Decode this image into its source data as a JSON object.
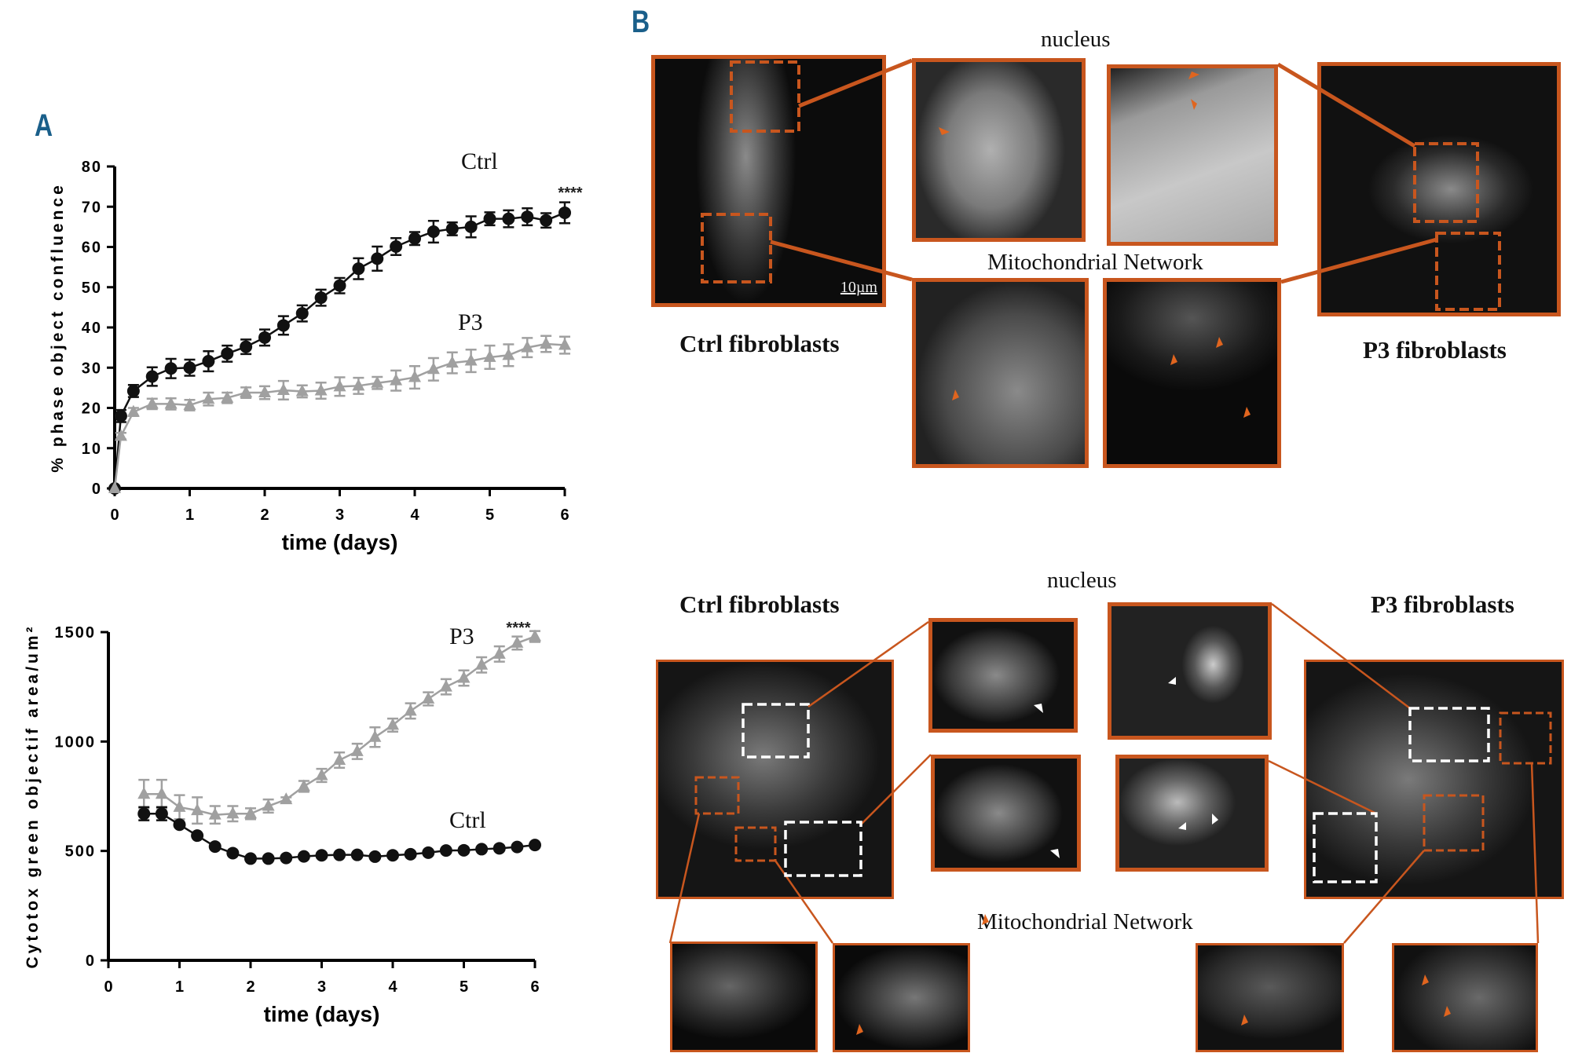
{
  "panel_labels": {
    "a": "A",
    "b": "B"
  },
  "chart_data": [
    {
      "type": "line",
      "title": "",
      "xlabel": "time (days)",
      "ylabel": "% phase object confluence",
      "xlim": [
        0,
        6
      ],
      "ylim": [
        0,
        80
      ],
      "xticks": [
        0,
        1,
        2,
        3,
        4,
        5,
        6
      ],
      "yticks": [
        0,
        10,
        20,
        30,
        40,
        50,
        60,
        70,
        80
      ],
      "grid": false,
      "annotation": "****",
      "x": [
        0,
        0.083,
        0.25,
        0.5,
        0.75,
        1,
        1.25,
        1.5,
        1.75,
        2,
        2.25,
        2.5,
        2.75,
        3,
        3.25,
        3.5,
        3.75,
        4,
        4.25,
        4.5,
        4.75,
        5,
        5.25,
        5.5,
        5.75,
        6
      ],
      "series": [
        {
          "name": "Ctrl",
          "color": "#111111",
          "marker": "circle",
          "values": [
            0,
            18,
            24.2,
            27.8,
            29.8,
            30,
            31.6,
            33.5,
            35.2,
            37.5,
            40.5,
            43.5,
            47.4,
            50.4,
            54.6,
            57.1,
            60.1,
            62.1,
            63.8,
            64.5,
            65,
            67,
            67,
            67.5,
            66.6,
            68.5
          ],
          "error": [
            0,
            1.5,
            1.5,
            2.3,
            2.4,
            2,
            2.5,
            2,
            1.8,
            2,
            2.3,
            2,
            2,
            1.9,
            2.6,
            3,
            2.1,
            1.6,
            2.7,
            1.6,
            2.6,
            1.6,
            2.1,
            2.1,
            1.8,
            2.6
          ]
        },
        {
          "name": "P3",
          "color": "#a0a0a0",
          "marker": "triangle",
          "values": [
            0,
            13,
            19,
            21,
            21,
            20.7,
            22.2,
            22.5,
            23.8,
            23.8,
            24.4,
            24.1,
            24.3,
            25.3,
            25.5,
            26.2,
            26.8,
            27.6,
            29.6,
            31.2,
            31.7,
            32.6,
            33.1,
            35,
            35.9,
            35.6
          ],
          "error": [
            0,
            0.8,
            1,
            1.3,
            1.4,
            1.3,
            1.6,
            1.3,
            1.3,
            1.6,
            2.3,
            1.5,
            2,
            2.3,
            2,
            1.5,
            2.5,
            2.8,
            2.8,
            2.6,
            2.8,
            2.9,
            2.7,
            2.4,
            2,
            2.1
          ]
        }
      ]
    },
    {
      "type": "line",
      "title": "",
      "xlabel": "time (days)",
      "ylabel": "Cytotox green objectif area/um²",
      "xlim": [
        0,
        6
      ],
      "ylim": [
        0,
        1500
      ],
      "xticks": [
        0,
        1,
        2,
        3,
        4,
        5,
        6
      ],
      "yticks": [
        0,
        500,
        1000,
        1500
      ],
      "grid": false,
      "annotation": "****",
      "x": [
        0.5,
        0.75,
        1,
        1.25,
        1.5,
        1.75,
        2,
        2.25,
        2.5,
        2.75,
        3,
        3.25,
        3.5,
        3.75,
        4,
        4.25,
        4.5,
        4.75,
        5,
        5.25,
        5.5,
        5.75,
        6
      ],
      "series": [
        {
          "name": "P3",
          "color": "#a0a0a0",
          "marker": "triangle",
          "values": [
            760,
            760,
            700,
            685,
            665,
            670,
            670,
            705,
            735,
            795,
            845,
            915,
            955,
            1020,
            1075,
            1140,
            1195,
            1250,
            1290,
            1350,
            1400,
            1450,
            1480
          ],
          "error": [
            65,
            65,
            55,
            60,
            40,
            35,
            25,
            30,
            10,
            25,
            30,
            35,
            35,
            45,
            30,
            35,
            30,
            35,
            35,
            35,
            35,
            30,
            25
          ]
        },
        {
          "name": "Ctrl",
          "color": "#111111",
          "marker": "circle",
          "values": [
            670,
            670,
            620,
            570,
            520,
            490,
            465,
            465,
            468,
            475,
            480,
            482,
            482,
            474,
            480,
            485,
            492,
            502,
            503,
            508,
            512,
            518,
            527
          ],
          "error": [
            30,
            30,
            10,
            8,
            8,
            6,
            6,
            5,
            5,
            5,
            5,
            5,
            5,
            5,
            5,
            5,
            5,
            5,
            5,
            5,
            5,
            5,
            5
          ]
        }
      ]
    }
  ],
  "microscopy": {
    "top": {
      "nucleus_label": "nucleus",
      "mito_label": "Mitochondrial Network",
      "ctrl_label": "Ctrl fibroblasts",
      "p3_label": "P3 fibroblasts",
      "scale_bar": "10µm"
    },
    "bottom": {
      "nucleus_label": "nucleus",
      "mito_label": "Mitochondrial Network",
      "ctrl_label": "Ctrl fibroblasts",
      "p3_label": "P3 fibroblasts"
    },
    "accent_color": "#c8561e"
  }
}
